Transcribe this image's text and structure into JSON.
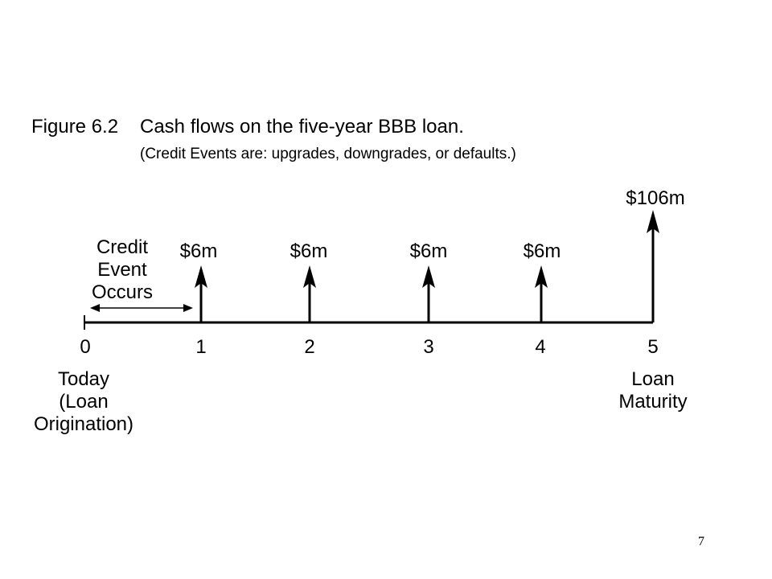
{
  "figure": {
    "label": "Figure 6.2",
    "title": "Cash flows on the five-year BBB loan.",
    "subtitle": "(Credit Events are: upgrades, downgrades, or defaults.)"
  },
  "credit_event": {
    "lines": [
      "Credit",
      "Event",
      "Occurs"
    ]
  },
  "timeline": {
    "ticks": [
      "0",
      "1",
      "2",
      "3",
      "4",
      "5"
    ],
    "cash_flows": [
      {
        "year": 1,
        "label": "$6m"
      },
      {
        "year": 2,
        "label": "$6m"
      },
      {
        "year": 3,
        "label": "$6m"
      },
      {
        "year": 4,
        "label": "$6m"
      },
      {
        "year": 5,
        "label": "$106m"
      }
    ],
    "start_caption": [
      "Today",
      "(Loan",
      "Origination)"
    ],
    "end_caption": [
      "Loan",
      "Maturity"
    ]
  },
  "page_number": "7",
  "colors": {
    "ink": "#000000",
    "background": "#ffffff"
  }
}
